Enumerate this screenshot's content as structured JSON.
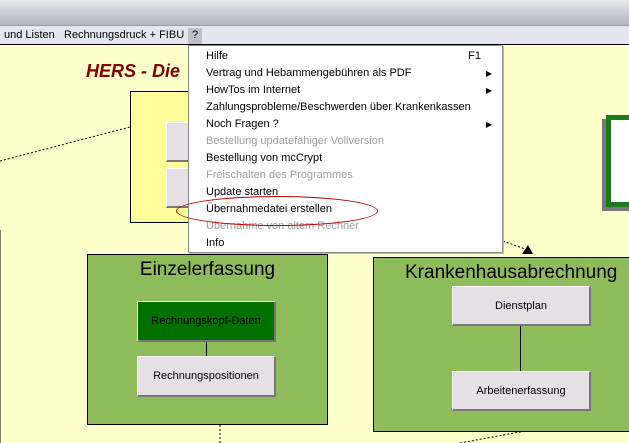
{
  "menubar": {
    "items": [
      "und Listen",
      "Rechnungsdruck + FIBU",
      "?"
    ]
  },
  "content": {
    "title": "HERS - Die",
    "einzel": {
      "title": "Einzelerfassung",
      "btn1": "Rechnungskopf-Daten",
      "btn2": "Rechnungspositionen"
    },
    "kranken": {
      "title": "Krankenhausabrechnung",
      "btn1": "Dienstplan",
      "btn2": "Arbeitenerfassung"
    }
  },
  "dropdown": {
    "items": [
      {
        "label": "Hilfe",
        "shortcut": "F1"
      },
      {
        "label": "Vertrag und Hebammengebühren als PDF",
        "submenu": "▶"
      },
      {
        "label": "HowTos im Internet",
        "submenu": "▶"
      },
      {
        "label": "Zahlungsprobleme/Beschwerden über Krankenkassen"
      },
      {
        "label": "Noch Fragen ?",
        "submenu": "▶"
      },
      {
        "label": "Bestellung updatefähiger Vollversion",
        "disabled": true
      },
      {
        "label": "Bestellung von mcCrypt"
      },
      {
        "label": "Freischalten des Programmes",
        "disabled": true
      },
      {
        "label": "Update starten"
      },
      {
        "label": "Übernahmedatei erstellen"
      },
      {
        "label": "Übernahme von altem Rechner",
        "disabled": true
      },
      {
        "label": "Info"
      }
    ]
  },
  "colors": {
    "highlight": "#c00000",
    "green": "#8fbc5a",
    "background": "#ffffcc"
  }
}
